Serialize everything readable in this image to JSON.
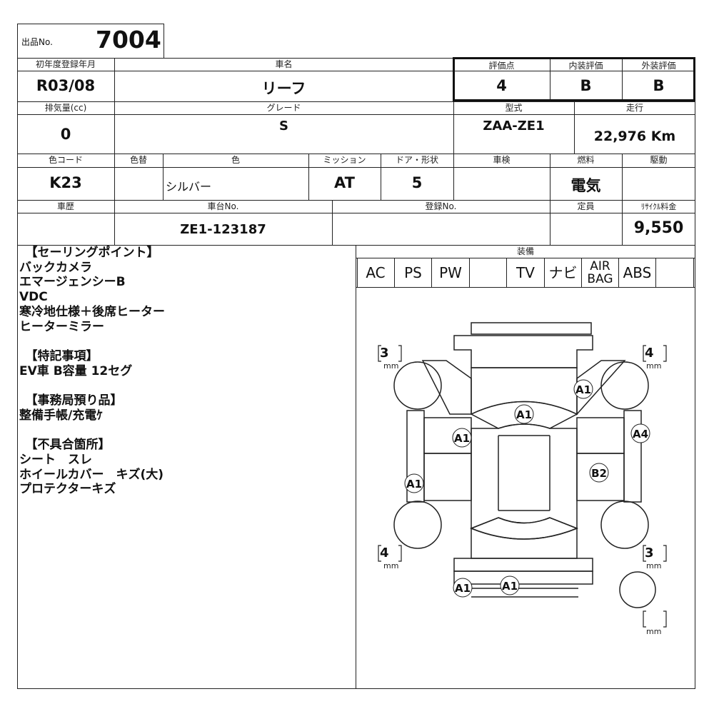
{
  "lot": {
    "label": "出品No.",
    "number": "7004"
  },
  "row1": {
    "year_label": "初年度登録年月",
    "year": "R03/08",
    "name_label": "車名",
    "name": "リーフ",
    "score_label": "評価点",
    "score": "4",
    "interior_label": "内装評価",
    "interior": "B",
    "exterior_label": "外装評価",
    "exterior": "B"
  },
  "row2": {
    "displacement_label": "排気量(cc)",
    "displacement": "0",
    "grade_label": "グレード",
    "grade": "S",
    "model_label": "型式",
    "model": "ZAA-ZE1",
    "mileage_label": "走行",
    "mileage": "22,976 Km"
  },
  "row3": {
    "color_code_label": "色コード",
    "color_code": "K23",
    "repaint_label": "色替",
    "repaint": "",
    "color_label": "色",
    "color": "シルバー",
    "mission_label": "ミッション",
    "mission": "AT",
    "door_label": "ドア・形状",
    "door": "5",
    "inspection_label": "車検",
    "inspection": "",
    "fuel_label": "燃料",
    "fuel": "電気",
    "drive_label": "駆動",
    "drive": ""
  },
  "row4": {
    "history_label": "車歴",
    "history": "",
    "chassis_label": "車台No.",
    "chassis": "ZE1-123187",
    "registration_label": "登録No.",
    "registration": "",
    "capacity_label": "定員",
    "capacity": "",
    "recycle_label": "ﾘｻｲｸﾙ料金",
    "recycle": "9,550"
  },
  "notes": "　【セーリングポイント】\nバックカメラ\nエマージェンシーB\nVDC\n寒冷地仕様＋後席ヒーター\nヒーターミラー\n\n　【特記事項】\nEV車 B容量 12セグ\n\n　【事務局預り品】\n整備手帳/充電ｹ\n\n　【不具合箇所】\nシート　スレ\nホイールカバー　キズ(大)\nプロテクターキズ",
  "equipment": {
    "label": "装備",
    "items": [
      "AC",
      "PS",
      "PW",
      "",
      "TV",
      "ナビ",
      "AIR BAG",
      "ABS",
      ""
    ]
  },
  "tread": {
    "front_left": "3",
    "front_right": "4",
    "rear_left": "4",
    "rear_right": "3",
    "spare": "",
    "unit": "mm"
  },
  "damage_marks": [
    "A1",
    "A1",
    "A1",
    "A4",
    "B2",
    "A1",
    "A1",
    "A1"
  ]
}
